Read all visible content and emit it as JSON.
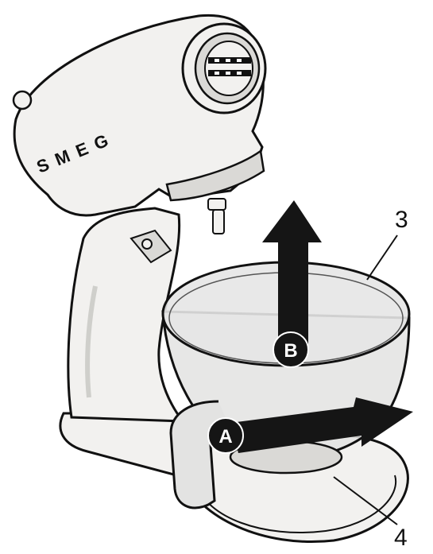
{
  "diagram": {
    "brand": "SMEG",
    "callouts": {
      "bowl_number": "3",
      "base_number": "4"
    },
    "steps": {
      "a_label": "A",
      "b_label": "B"
    },
    "colors": {
      "outline": "#111111",
      "body_fill": "#f2f1ef",
      "shade": "#dad9d6",
      "bowl_fill": "#e3e3e2",
      "arrow_fill": "#151515",
      "marker_text": "#ffffff"
    },
    "icons": [
      "arrow-up-icon",
      "arrow-right-icon"
    ]
  }
}
